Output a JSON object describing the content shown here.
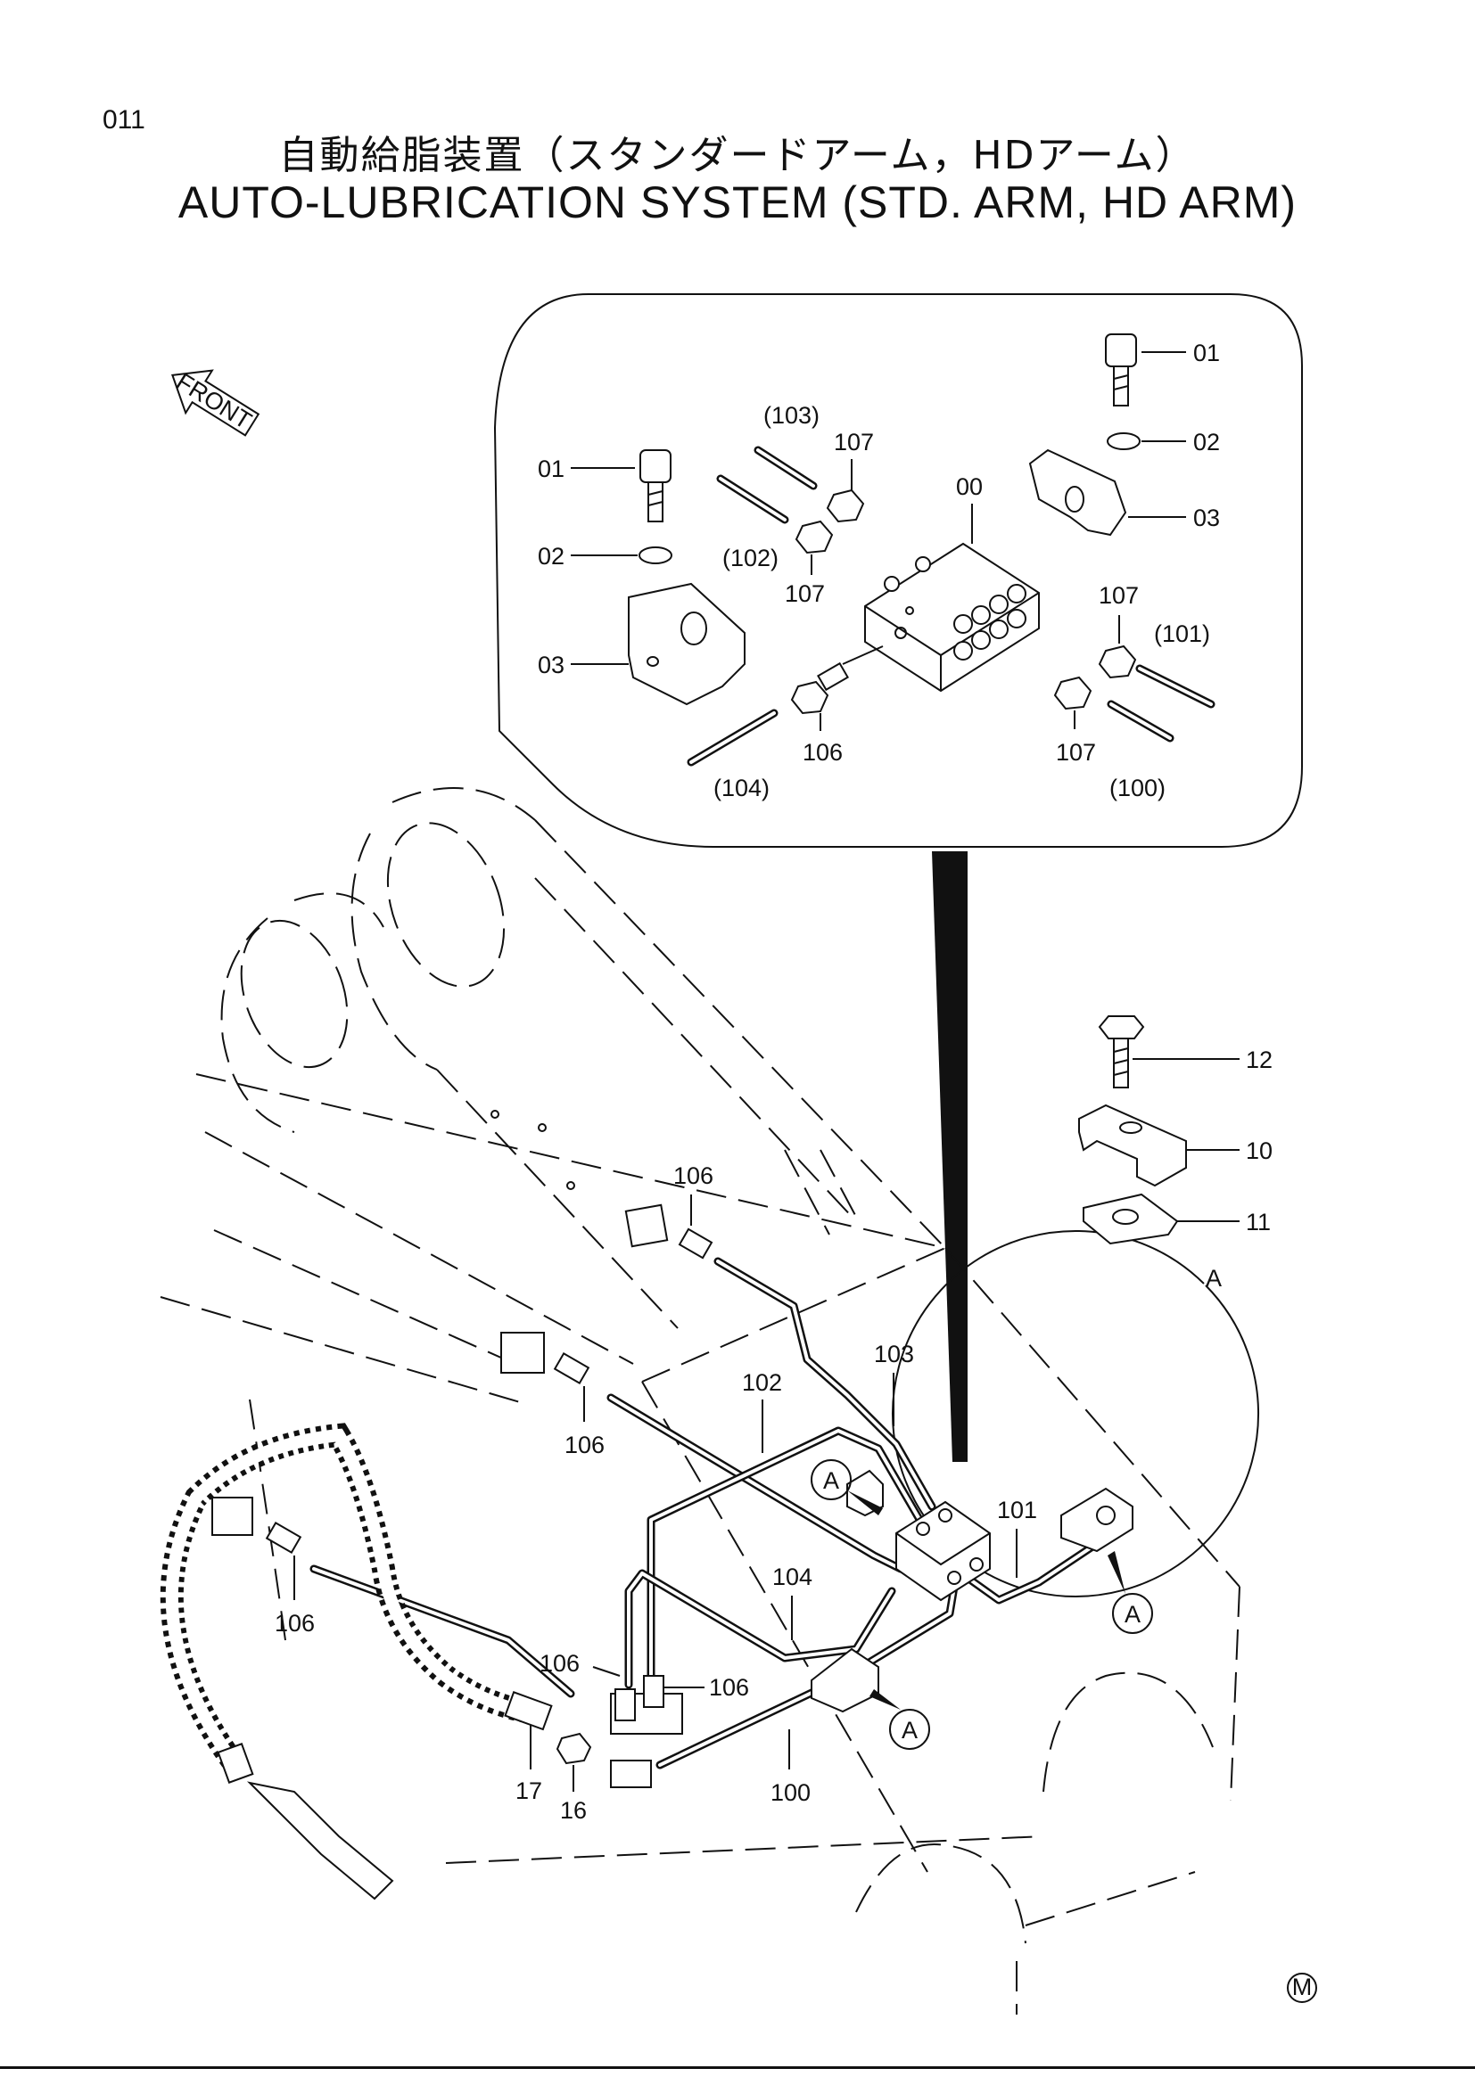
{
  "page_number": "011",
  "title_ja": "自動給脂装置（スタンダードアーム，HDアーム）",
  "title_en": "AUTO-LUBRICATION SYSTEM (STD. ARM, HD ARM)",
  "front_label": "FRONT",
  "corner_mark": "M",
  "detail_label": "A",
  "callout_letter": "A",
  "inset_labels": {
    "bolt_right": "01",
    "washer_right": "02",
    "clamp_right": "03",
    "bolt_left": "01",
    "washer_left": "02",
    "clamp_left": "03",
    "valve": "00",
    "pipe_103": "(103)",
    "pipe_102": "(102)",
    "pipe_101": "(101)",
    "pipe_100": "(100)",
    "pipe_104": "(104)",
    "nut_a": "107",
    "nut_b": "107",
    "nut_c": "107",
    "nut_d": "107",
    "fitting": "106"
  },
  "detail_labels": {
    "bolt": "12",
    "clamp": "10",
    "plate": "11"
  },
  "main_labels": {
    "fit_top": "106",
    "fit_mid": "106",
    "fit_left": "106",
    "fit_low_a": "106",
    "fit_low_b": "106",
    "pipe_100": "100",
    "pipe_101": "101",
    "pipe_102": "102",
    "pipe_103": "103",
    "pipe_104": "104",
    "hose": "17",
    "adapter": "16"
  }
}
